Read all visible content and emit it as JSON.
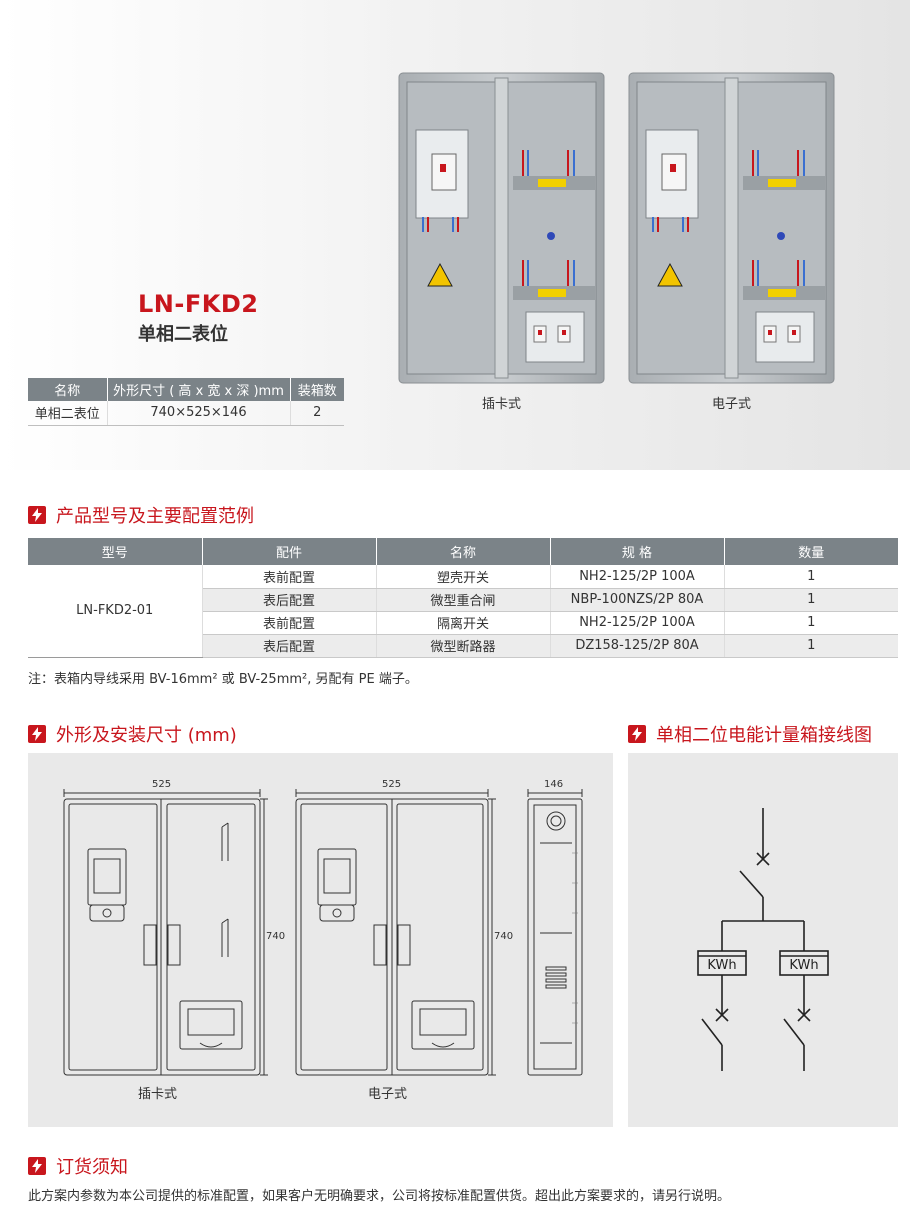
{
  "hero": {
    "model": "LN-FKD2",
    "subtitle": "单相二表位",
    "spec_table": {
      "headers": [
        "名称",
        "外形尺寸 ( 高 x 宽 x 深 )mm",
        "装箱数"
      ],
      "row": [
        "单相二表位",
        "740×525×146",
        "2"
      ]
    },
    "captions": [
      "插卡式",
      "电子式"
    ]
  },
  "config_section": {
    "title": "产品型号及主要配置范例",
    "headers": [
      "型号",
      "配件",
      "名称",
      "规 格",
      "数量"
    ],
    "model": "LN-FKD2-01",
    "rows": [
      [
        "表前配置",
        "塑壳开关",
        "NH2-125/2P 100A",
        "1"
      ],
      [
        "表后配置",
        "微型重合闸",
        "NBP-100NZS/2P 80A",
        "1"
      ],
      [
        "表前配置",
        "隔离开关",
        "NH2-125/2P 100A",
        "1"
      ],
      [
        "表后配置",
        "微型断路器",
        "DZ158-125/2P 80A",
        "1"
      ]
    ],
    "note": "注：表箱内导线采用 BV-16mm² 或 BV-25mm², 另配有 PE 端子。"
  },
  "dims_section": {
    "title": "外形及安装尺寸 (mm)",
    "width_label": "525",
    "height_label": "740",
    "depth_label": "146",
    "captions": [
      "插卡式",
      "电子式"
    ]
  },
  "wiring_section": {
    "title": "单相二位电能计量箱接线图",
    "meter_label": "KWh"
  },
  "order_section": {
    "title": "订货须知",
    "text": "此方案内参数为本公司提供的标准配置，如果客户无明确要求，公司将按标准配置供货。超出此方案要求的，请另行说明。"
  },
  "colors": {
    "accent": "#c8161d",
    "header_gray": "#7b8388",
    "panel": "#e9e9e9"
  }
}
